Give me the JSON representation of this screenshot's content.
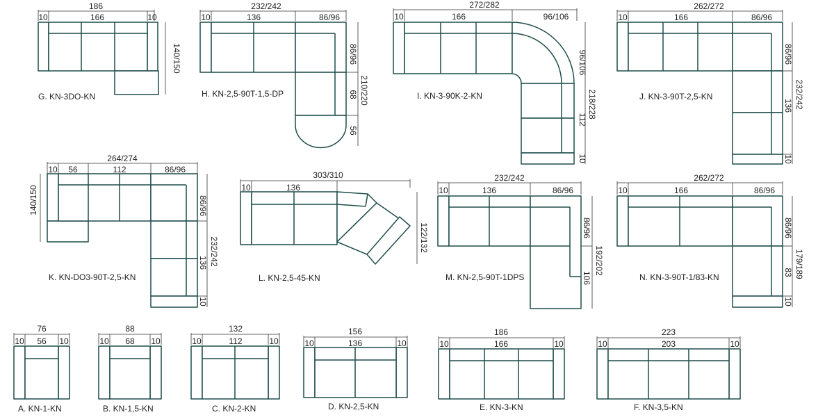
{
  "models": {
    "G": {
      "label": "G. KN-3DO-KN",
      "d": [
        "186",
        "10",
        "166",
        "10",
        "140/150"
      ]
    },
    "H": {
      "label": "H. KN-2,5-90T-1,5-DP",
      "d": [
        "232/242",
        "10",
        "136",
        "86/96",
        "86/96",
        "210/220",
        "68",
        "56"
      ]
    },
    "I": {
      "label": "I. KN-3-90K-2-KN",
      "d": [
        "272/282",
        "10",
        "166",
        "96/106",
        "96/106",
        "218/228",
        "112",
        "10"
      ]
    },
    "J": {
      "label": "J. KN-3-90T-2,5-KN",
      "d": [
        "262/272",
        "10",
        "166",
        "86/96",
        "86/96",
        "232/242",
        "136",
        "10"
      ]
    },
    "K": {
      "label": "K. KN-DO3-90T-2,5-KN",
      "d": [
        "264/274",
        "10",
        "56",
        "112",
        "86/96",
        "140/150",
        "86/96",
        "232/242",
        "136",
        "10"
      ]
    },
    "L": {
      "label": "L. KN-2,5-45-KN",
      "d": [
        "303/310",
        "10",
        "136",
        "122/132"
      ]
    },
    "M": {
      "label": "M. KN-2,5-90T-1DPS",
      "d": [
        "232/242",
        "10",
        "136",
        "86/96",
        "86/96",
        "192/202",
        "106"
      ]
    },
    "N": {
      "label": "N. KN-3-90T-1/83-KN",
      "d": [
        "262/272",
        "10",
        "166",
        "86/96",
        "86/96",
        "179/189",
        "83",
        "10"
      ]
    },
    "A": {
      "label": "A. KN-1-KN",
      "d": [
        "76",
        "10",
        "56",
        "10"
      ]
    },
    "B": {
      "label": "B. KN-1,5-KN",
      "d": [
        "88",
        "10",
        "68",
        "10"
      ]
    },
    "C": {
      "label": "C. KN-2-KN",
      "d": [
        "132",
        "10",
        "112",
        "10"
      ]
    },
    "D": {
      "label": "D. KN-2,5-KN",
      "d": [
        "156",
        "10",
        "136",
        "10"
      ]
    },
    "E": {
      "label": "E. KN-3-KN",
      "d": [
        "186",
        "10",
        "166",
        "10"
      ]
    },
    "F": {
      "label": "F. KN-3,5-KN",
      "d": [
        "223",
        "10",
        "203",
        "10"
      ]
    }
  }
}
